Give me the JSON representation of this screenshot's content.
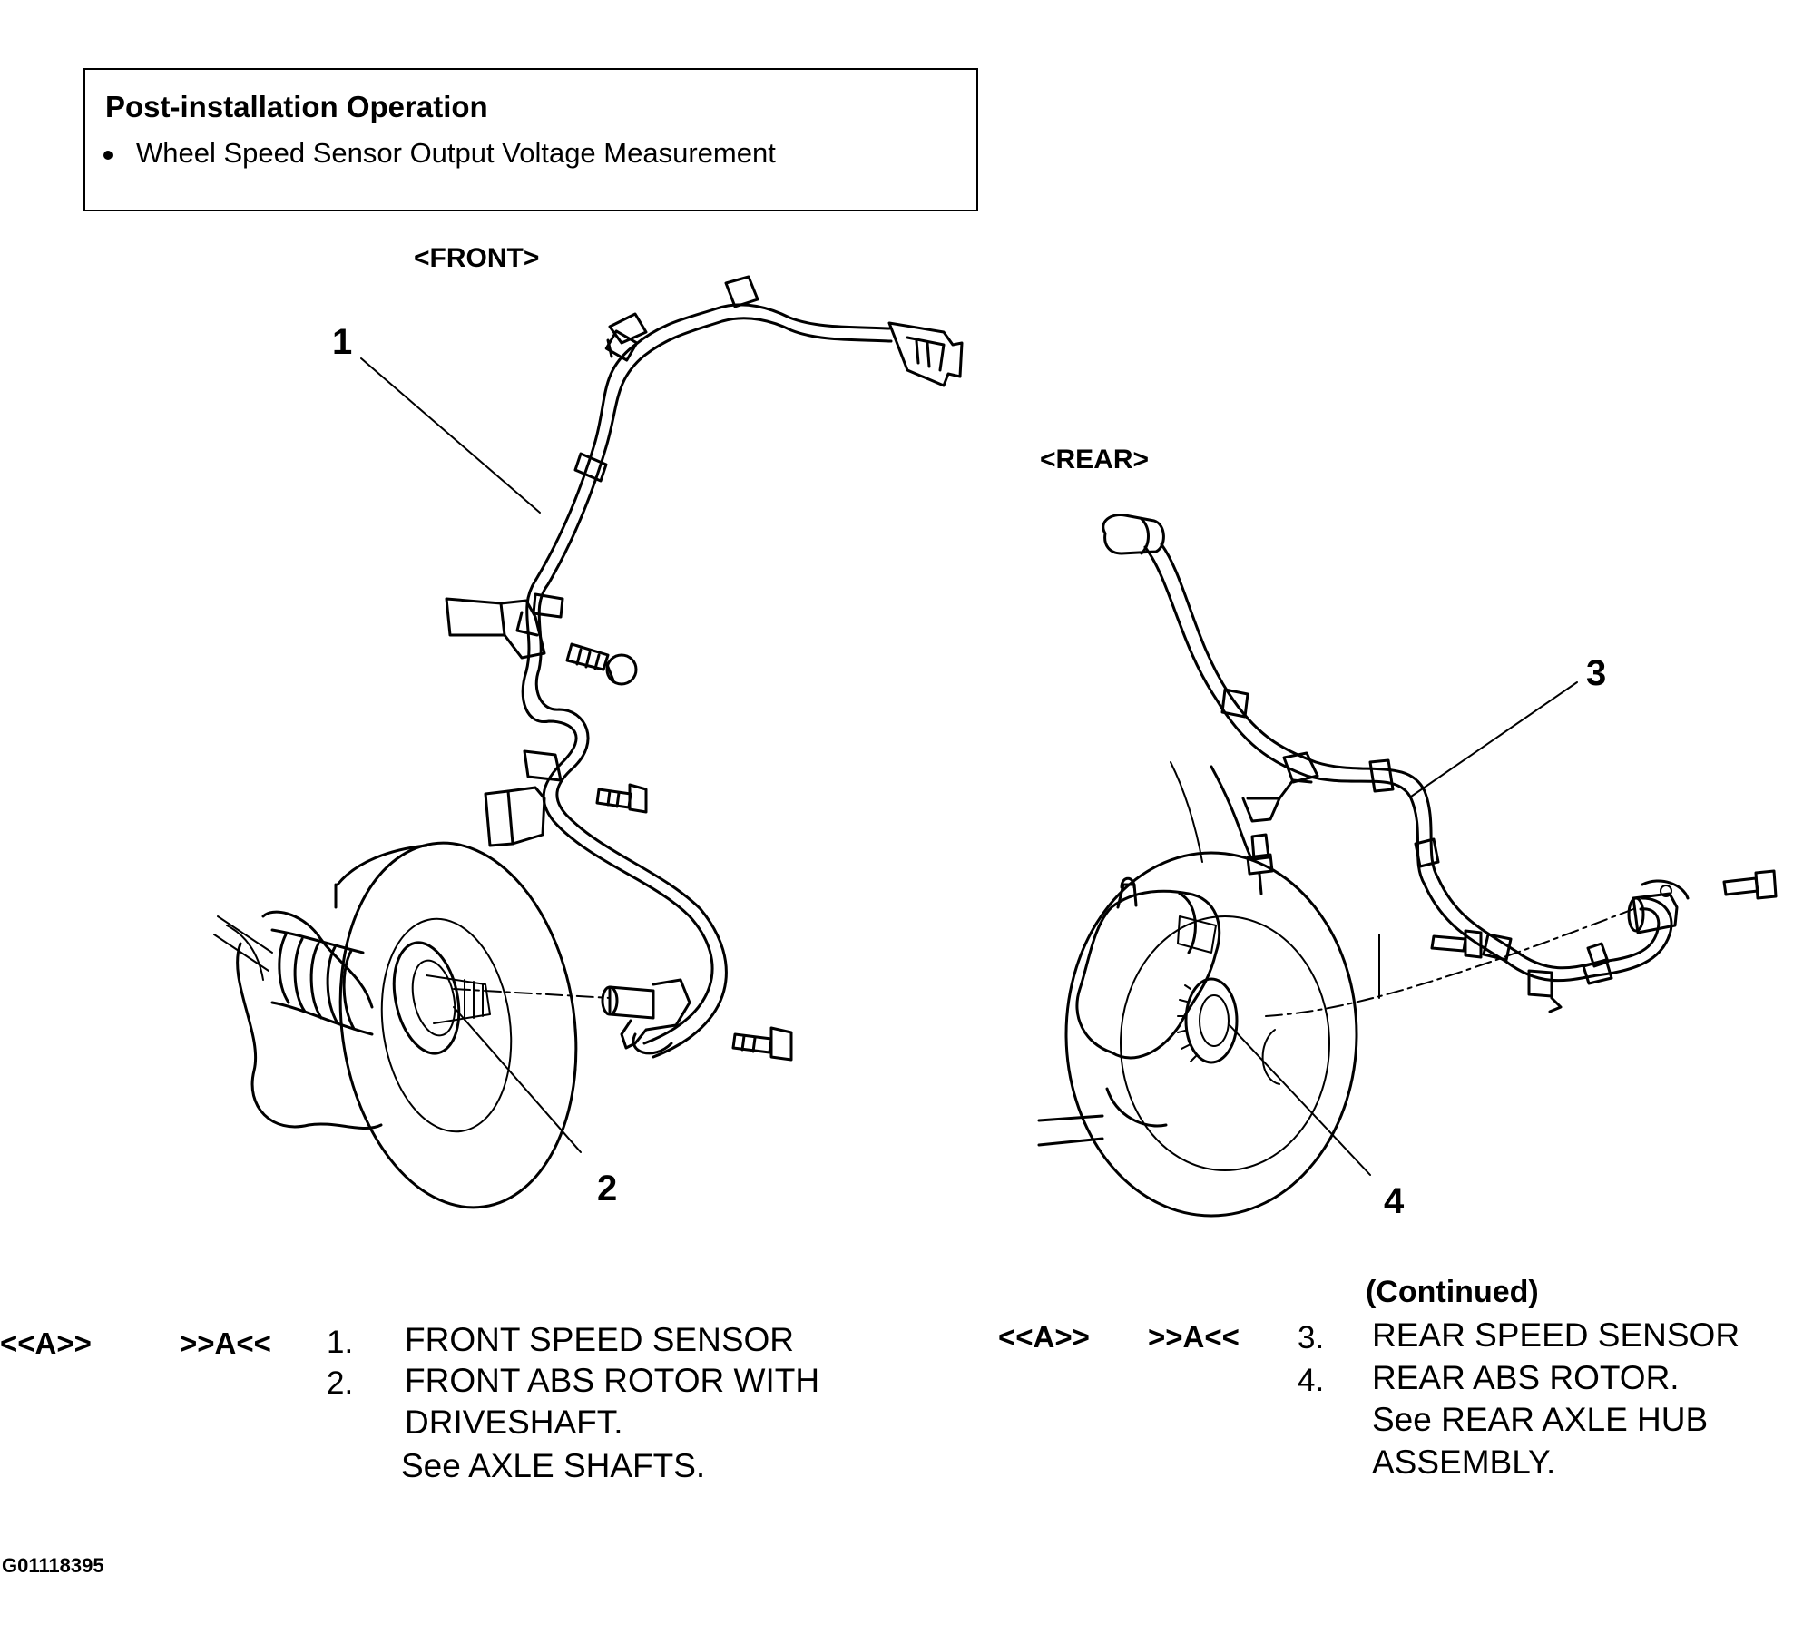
{
  "info_box": {
    "title": "Post-installation Operation",
    "bullet": "Wheel Speed Sensor Output Voltage Measurement"
  },
  "views": {
    "front": "<FRONT>",
    "rear": "<REAR>"
  },
  "callouts": [
    "1",
    "2",
    "3",
    "4"
  ],
  "legend": {
    "continued": "(Continued)",
    "front": {
      "code_remove": "<<A>>",
      "code_install": ">>A<<",
      "items": [
        {
          "num": "1.",
          "text": "FRONT SPEED SENSOR"
        },
        {
          "num": "2.",
          "text": "FRONT ABS ROTOR WITH"
        }
      ],
      "extra_lines": [
        "DRIVESHAFT.",
        "See AXLE SHAFTS."
      ]
    },
    "rear": {
      "code_remove": "<<A>>",
      "code_install": ">>A<<",
      "items": [
        {
          "num": "3.",
          "text": "REAR SPEED SENSOR"
        },
        {
          "num": "4.",
          "text": "REAR ABS ROTOR."
        }
      ],
      "extra_lines": [
        "See REAR AXLE HUB",
        "ASSEMBLY."
      ]
    }
  },
  "figure_id": "G01118395"
}
